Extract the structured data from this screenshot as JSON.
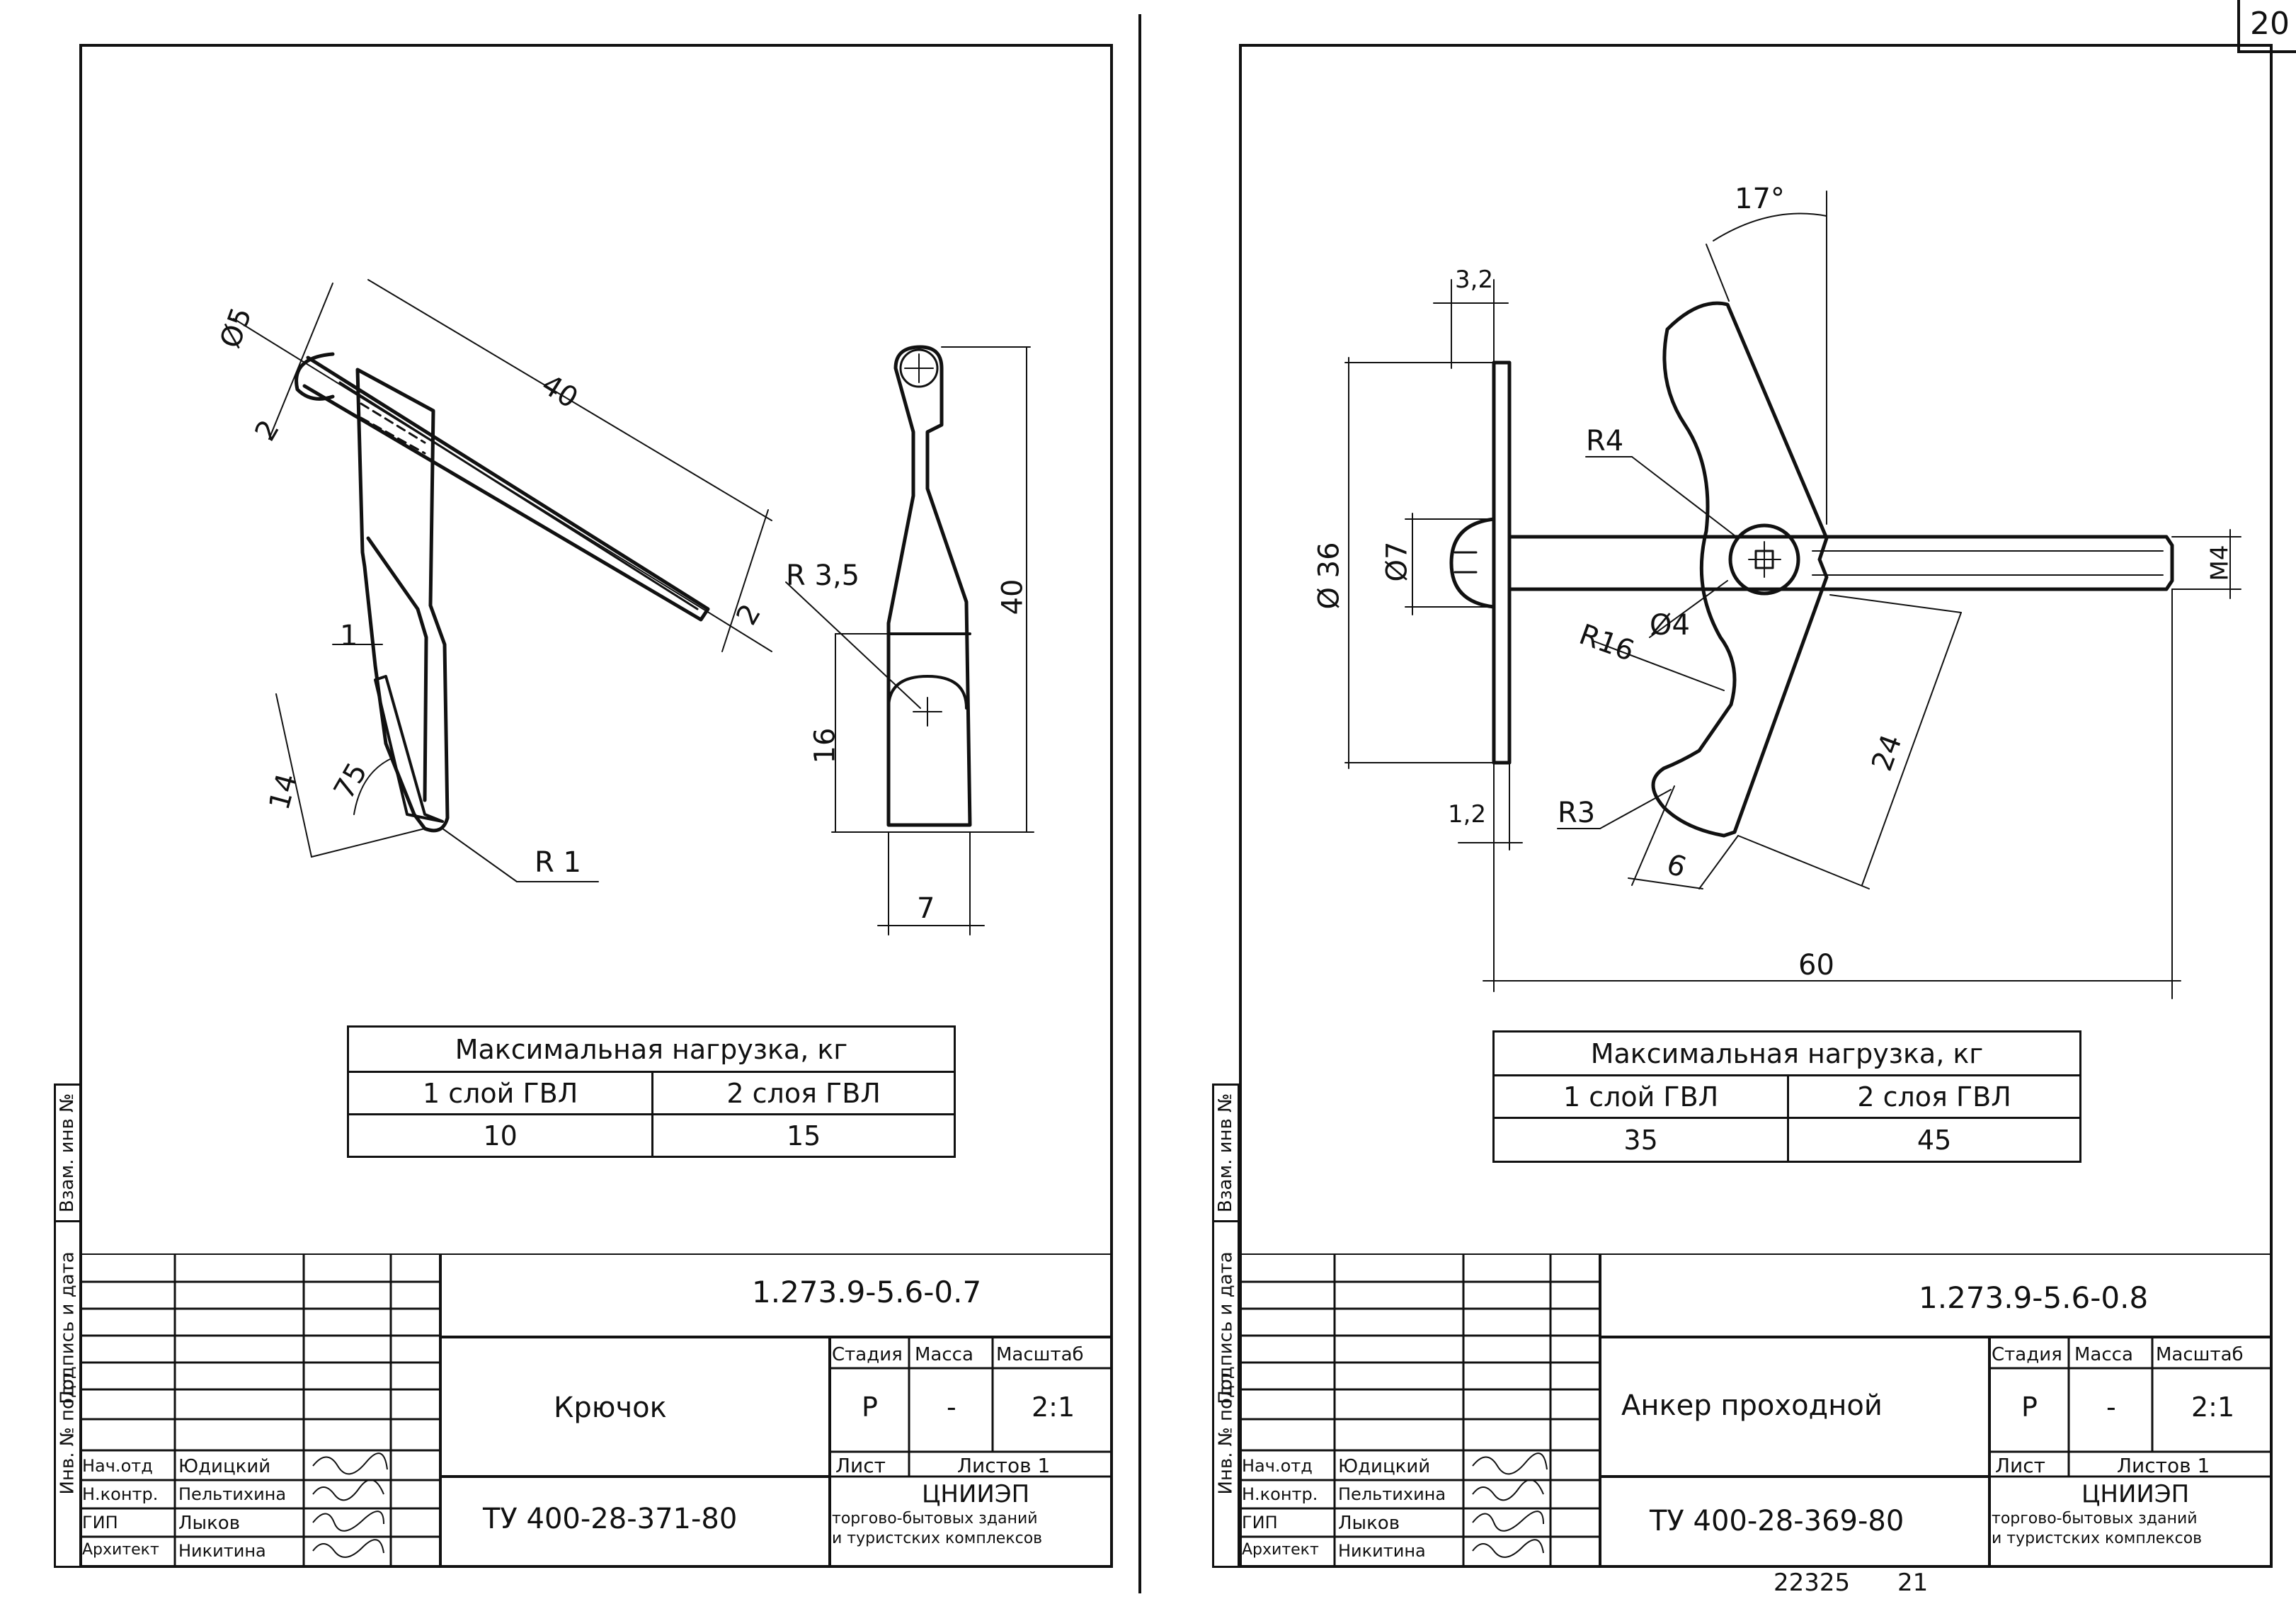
{
  "page_number": "20",
  "footer": {
    "inventory_number": "22325",
    "page": "21"
  },
  "side_strip": [
    "Инв. № подл",
    "Подпись и дата",
    "Взам. инв №"
  ],
  "left_sheet": {
    "dimensions": {
      "d_head": "Ø5",
      "head_2": "2",
      "length": "40",
      "tip_2": "2",
      "t1": "1",
      "leg": "14",
      "angle": "75",
      "r1": "R 1",
      "r35": "R 3,5",
      "height40": "40",
      "height16": "16",
      "width7": "7"
    },
    "load_table": {
      "title": "Максимальная нагрузка, кг",
      "col1": "1 слой ГВЛ",
      "col2": "2 слоя ГВЛ",
      "val1": "10",
      "val2": "15"
    },
    "title_block": {
      "code": "1.273.9-5.6-0.7",
      "name": "Крючок",
      "stage_label": "Стадия",
      "mass_label": "Масса",
      "scale_label": "Масштаб",
      "stage": "Р",
      "mass": "-",
      "scale": "2:1",
      "sheet_label": "Лист",
      "sheets_label": "Листов 1",
      "tu": "ТУ 400-28-371-80",
      "org1": "ЦНИИЭП",
      "org2": "торгово-бытовых зданий",
      "org3": "и туристских комплексов",
      "staff": [
        {
          "role": "Нач.отд",
          "name": "Юдицкий"
        },
        {
          "role": "Н.контр.",
          "name": "Пельтихина"
        },
        {
          "role": "ГИП",
          "name": "Лыков"
        },
        {
          "role": "Архитект",
          "name": "Никитина"
        }
      ]
    }
  },
  "right_sheet": {
    "dimensions": {
      "angle": "17°",
      "t32": "3,2",
      "r4": "R4",
      "d36": "Ø 36",
      "d7": "Ø7",
      "m4": "M4",
      "d4": "Ø4",
      "r16": "R16",
      "len24": "24",
      "r3": "R3",
      "t12": "1,2",
      "w6": "6",
      "len60": "60"
    },
    "load_table": {
      "title": "Максимальная нагрузка, кг",
      "col1": "1 слой ГВЛ",
      "col2": "2 слоя ГВЛ",
      "val1": "35",
      "val2": "45"
    },
    "title_block": {
      "code": "1.273.9-5.6-0.8",
      "name": "Анкер проходной",
      "stage_label": "Стадия",
      "mass_label": "Масса",
      "scale_label": "Масштаб",
      "stage": "Р",
      "mass": "-",
      "scale": "2:1",
      "sheet_label": "Лист",
      "sheets_label": "Листов 1",
      "tu": "ТУ 400-28-369-80",
      "org1": "ЦНИИЭП",
      "org2": "торгово-бытовых зданий",
      "org3": "и туристских комплексов",
      "staff": [
        {
          "role": "Нач.отд",
          "name": "Юдицкий"
        },
        {
          "role": "Н.контр.",
          "name": "Пельтихина"
        },
        {
          "role": "ГИП",
          "name": "Лыков"
        },
        {
          "role": "Архитект",
          "name": "Никитина"
        }
      ]
    }
  }
}
